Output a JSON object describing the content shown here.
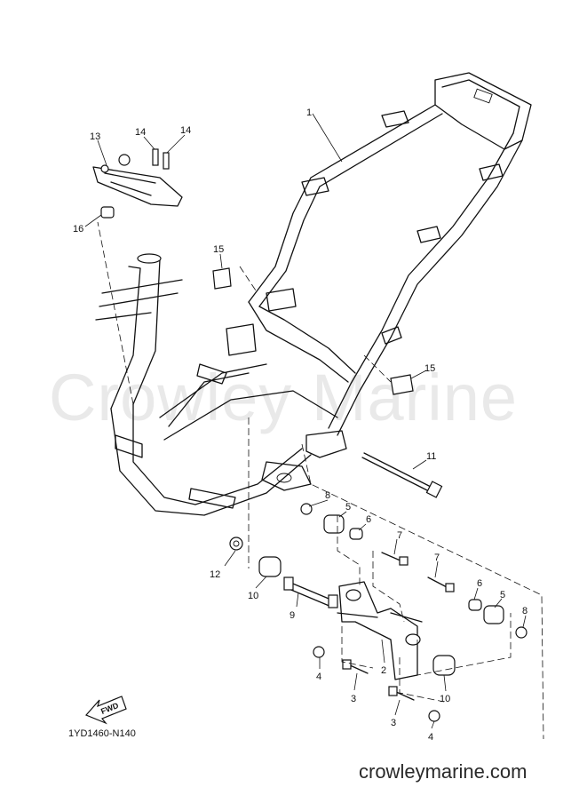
{
  "watermark_text": "Crowley Marine",
  "diagram_code": "1YD1460-N140",
  "site_footer": "crowleymarine.com",
  "fwd_label": "FWD",
  "callouts": {
    "c1": "1",
    "c2": "2",
    "c3a": "3",
    "c3b": "3",
    "c4a": "4",
    "c4b": "4",
    "c5a": "5",
    "c5b": "5",
    "c6a": "6",
    "c6b": "6",
    "c7a": "7",
    "c7b": "7",
    "c8a": "8",
    "c8b": "8",
    "c9": "9",
    "c10a": "10",
    "c10b": "10",
    "c11": "11",
    "c12": "12",
    "c13": "13",
    "c14a": "14",
    "c14b": "14",
    "c15a": "15",
    "c15b": "15",
    "c16": "16"
  }
}
